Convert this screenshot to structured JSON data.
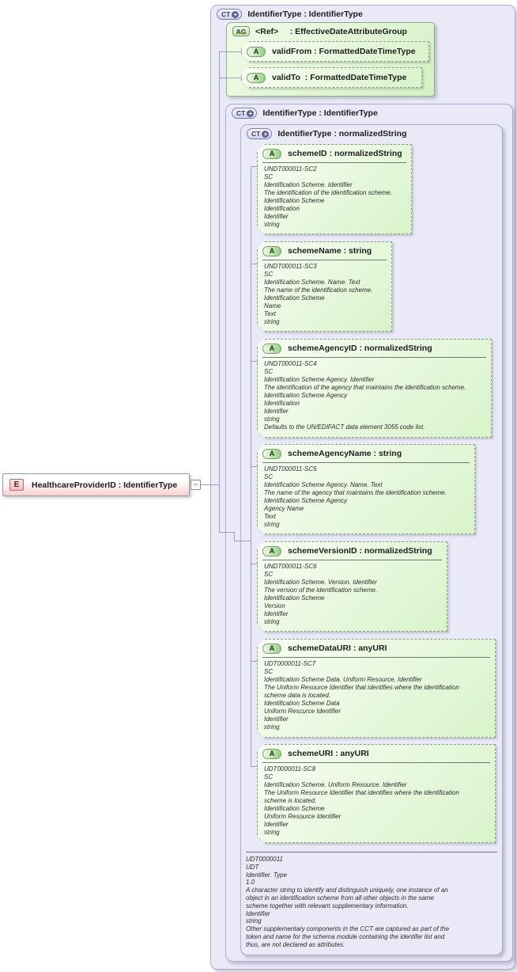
{
  "diagram": {
    "element": {
      "icon": "E",
      "label": "HealthcareProviderID : IdentifierType",
      "collapse_glyph": "−"
    },
    "outer_ct": {
      "icon": "CT",
      "plus": "+",
      "label": "IdentifierType : IdentifierType"
    },
    "attribute_group": {
      "icon": "AG",
      "label": "<Ref>     : EffectiveDateAttributeGroup",
      "attributes": [
        {
          "icon": "A",
          "label": "validFrom : FormattedDateTimeType"
        },
        {
          "icon": "A",
          "label": "validTo  : FormattedDateTimeType"
        }
      ]
    },
    "inner_ct": {
      "icon": "CT",
      "plus": "+",
      "label": "IdentifierType : IdentifierType"
    },
    "base_ct": {
      "icon": "CT",
      "plus": "+",
      "label": "IdentifierType : normalizedString",
      "attributes": [
        {
          "icon": "A",
          "label": "schemeID : normalizedString",
          "annotation": [
            "UNDT000011-SC2",
            "SC",
            "Identification Scheme. Identifier",
            "The identification of the identification scheme.",
            "Identification Scheme",
            "Identification",
            "Identifier",
            "string"
          ]
        },
        {
          "icon": "A",
          "label": "schemeName : string",
          "annotation": [
            "UNDT000011-SC3",
            "SC",
            "Identification Scheme. Name. Text",
            "The name of the identification scheme.",
            "Identification Scheme",
            "Name",
            "Text",
            "string"
          ]
        },
        {
          "icon": "A",
          "label": "schemeAgencyID : normalizedString",
          "annotation": [
            "UNDT000011-SC4",
            "SC",
            "Identification Scheme Agency. Identifier",
            "The identification of the agency that maintains the identification scheme.",
            "Identification Scheme Agency",
            "Identification",
            "Identifier",
            "string",
            "Defaults to the UN/EDIFACT data element 3055 code list."
          ]
        },
        {
          "icon": "A",
          "label": "schemeAgencyName : string",
          "annotation": [
            "UNDT000011-SC5",
            "SC",
            "Identification Scheme Agency. Name. Text",
            "The name of the agency that maintains the identification scheme.",
            "Identification Scheme Agency",
            "Agency Name",
            "Text",
            "string"
          ]
        },
        {
          "icon": "A",
          "label": "schemeVersionID : normalizedString",
          "annotation": [
            "UNDT000011-SC6",
            "SC",
            "Identification Scheme. Version. Identifier",
            "The version of the identification scheme.",
            "Identification Scheme",
            "Version",
            "Identifier",
            "string"
          ]
        },
        {
          "icon": "A",
          "label": "schemeDataURI : anyURI",
          "annotation": [
            "UDT0000011-SC7",
            "SC",
            "Identification Scheme Data. Uniform Resource. Identifier",
            "The Uniform Resource Identifier that identifies where the identification\nscheme data is located.",
            "Identification Scheme Data",
            "Uniform Rescurce Identifier",
            "Identifier",
            "string"
          ]
        },
        {
          "icon": "A",
          "label": "schemeURI : anyURI",
          "annotation": [
            "UDT0000011-SC8",
            "SC",
            "Identification Scheme. Uniform Resource. Identifier",
            "The Uniform Resource Identifier that identifies where the identification\nscheme is located.",
            "Identification Scheme",
            "Uniform Resource Identifier",
            "Identifier",
            "string"
          ]
        }
      ],
      "type_annotation": [
        "UDT0000011",
        "UDT",
        "Identifier. Type",
        "1.0",
        "A character string to identify and distinguish uniquely, one instance of an\nobject in an identification scheme from all other objects in the same\nscheme together with relevant supplementary information.",
        "Identifier",
        "string",
        "Other supplementary components in the CCT are captured as part of the\ntoken and name for the schema module containing the identifer list and\nthus, are not declared as attributes."
      ]
    }
  },
  "colors": {
    "container_fill": "#e9e9f8",
    "container_border": "#aeaecb",
    "attribute_fill_light": "#f8fef3",
    "attribute_fill_dark": "#d8f3ca",
    "attribute_group_fill": "#d4f0c5",
    "element_fill": "#f6cfcf",
    "element_icon_border": "#c26a6a",
    "dashed_border": "#8f9b8c",
    "connector": "#9aa0b8"
  }
}
